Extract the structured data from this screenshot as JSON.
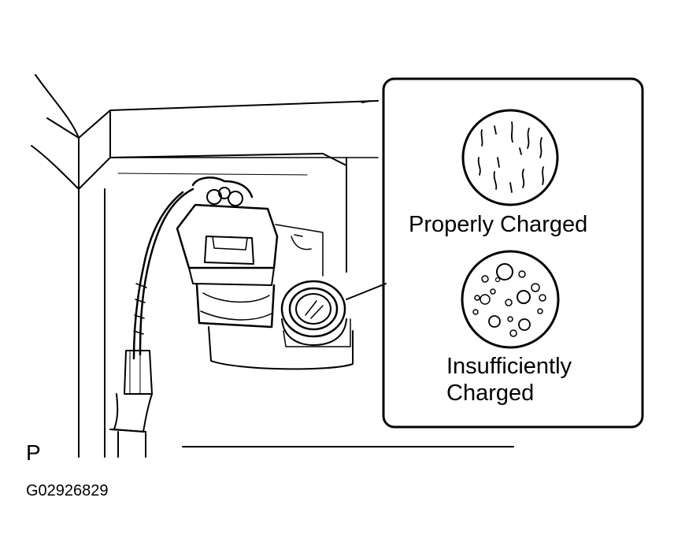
{
  "inset": {
    "proper_label": "Properly Charged",
    "insufficient_label": "Insufficiently Charged"
  },
  "corner_letter": "P",
  "figure_code": "G02926829",
  "colors": {
    "line": "#000000",
    "background": "#ffffff"
  }
}
